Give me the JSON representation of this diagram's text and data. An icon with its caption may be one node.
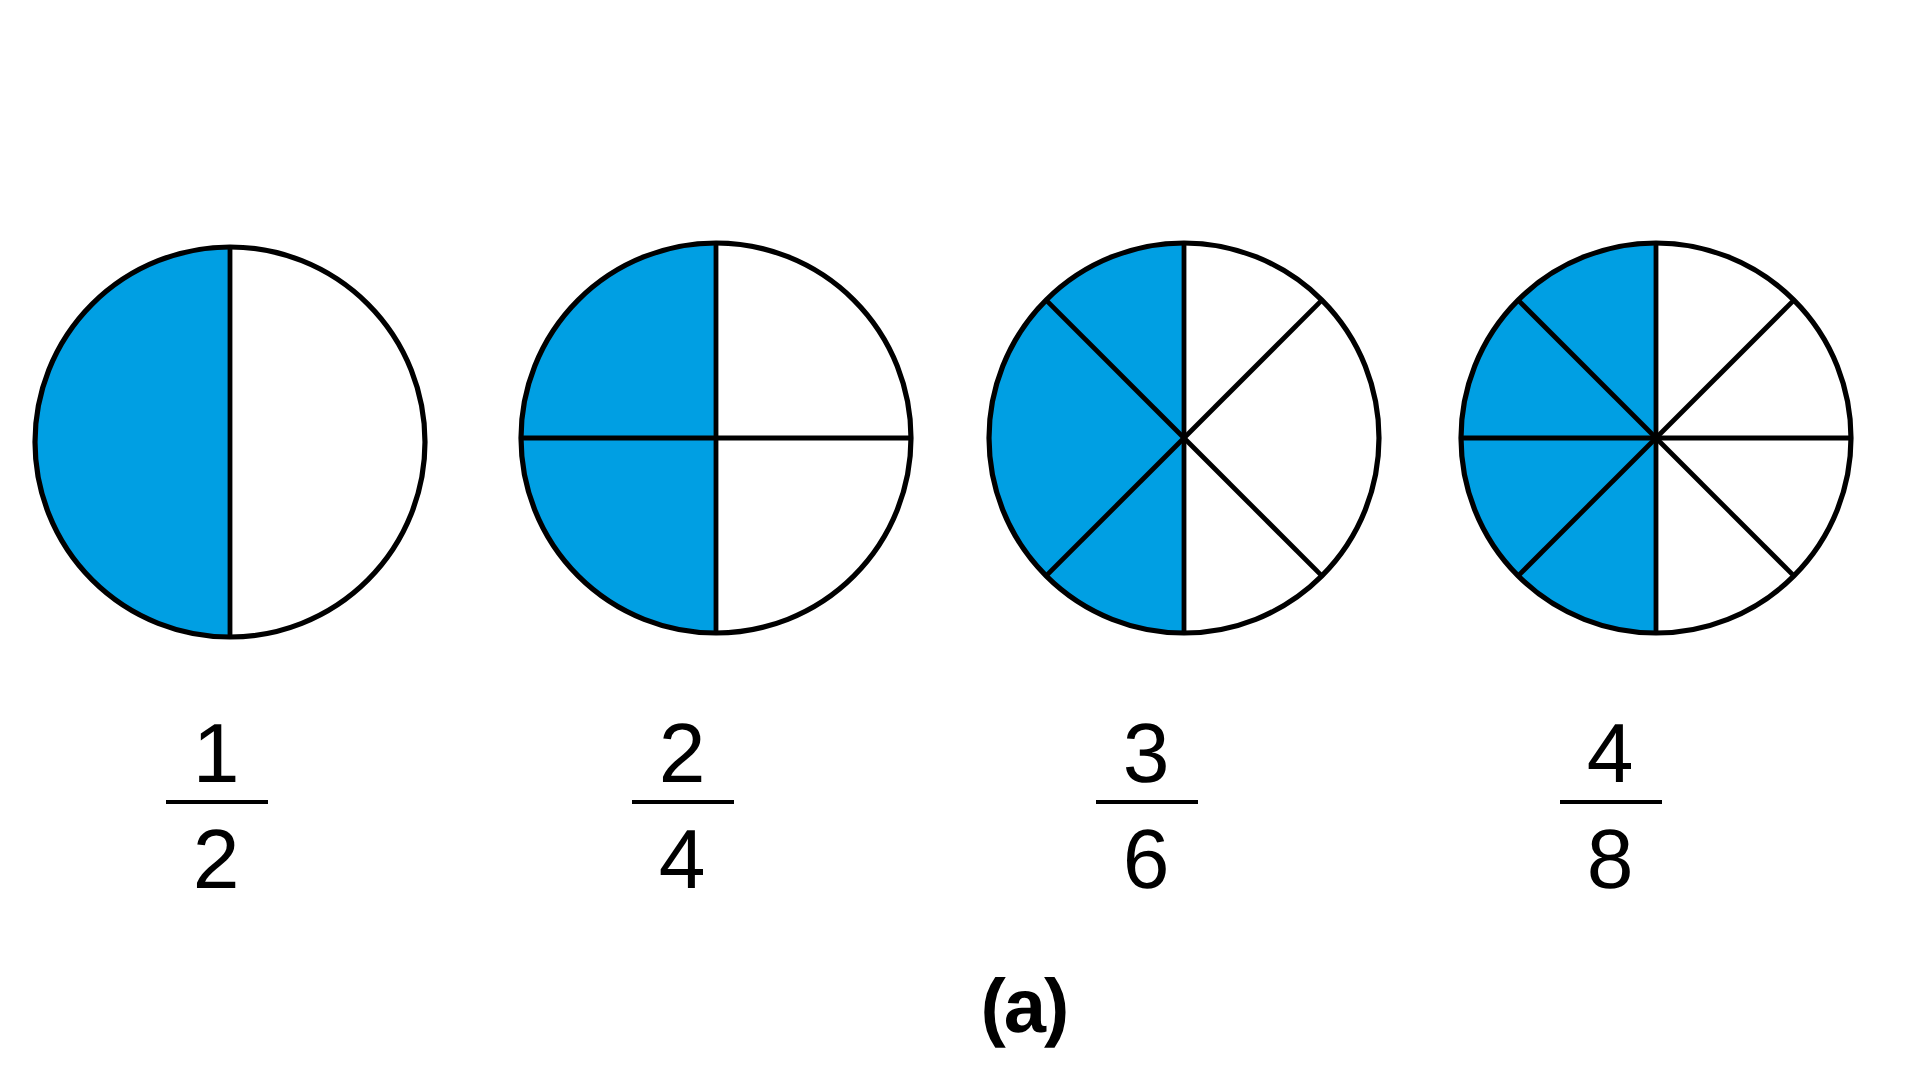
{
  "diagram": {
    "caption": "(a)",
    "nodes": [
      {
        "text": [],
        "shape": "circle",
        "beside": [
          "1",
          "2"
        ]
      },
      {
        "text": [],
        "shape": "circle",
        "beside": [
          "2",
          "4"
        ]
      },
      {
        "text": [],
        "shape": "circle",
        "beside": [
          "3",
          "6"
        ]
      },
      {
        "text": [],
        "shape": "circle",
        "beside": [
          "4",
          "8"
        ]
      }
    ]
  }
}
